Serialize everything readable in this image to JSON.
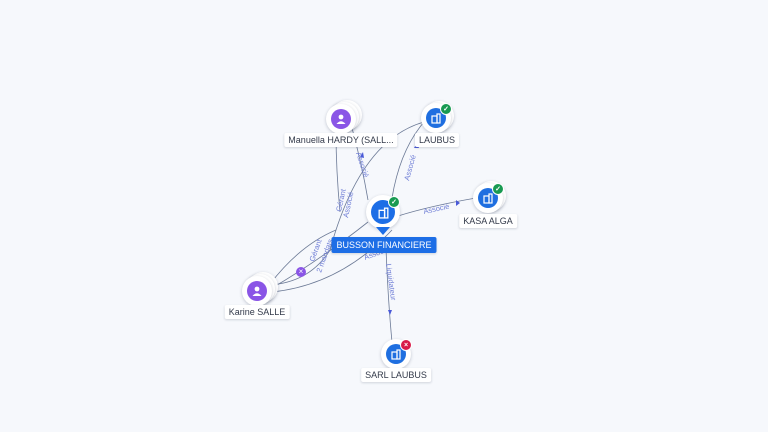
{
  "nodes": {
    "busson": {
      "name": "BUSSON FINANCIERE",
      "icon": "building-icon",
      "status": "active"
    },
    "manuella": {
      "name": "Manuella HARDY (SALL...",
      "icon": "person-icon"
    },
    "laubus": {
      "name": "LAUBUS",
      "icon": "building-icon",
      "status": "active"
    },
    "kasa": {
      "name": "KASA ALGA",
      "icon": "building-icon",
      "status": "active"
    },
    "karine": {
      "name": "Karine SALLE",
      "icon": "person-icon"
    },
    "sarl": {
      "name": "SARL LAUBUS",
      "icon": "building-icon",
      "status": "closed"
    }
  },
  "edges": {
    "manuella_associe": "Associé",
    "manuella_gerant": "Gérant",
    "manuella_associe2": "Associé",
    "laubus_associe": "Associé",
    "kasa_associe": "Associé",
    "karine_gerant": "Gérant",
    "karine_mandats": "2 mandats",
    "karine_associe": "Associé",
    "sarl_liquidateur": "Liquidateur"
  },
  "colors": {
    "person": "#8a55e6",
    "company": "#1f6fe0",
    "active": "#189a52",
    "closed": "#d81b4a",
    "edge_label": "#6f7ed6"
  }
}
